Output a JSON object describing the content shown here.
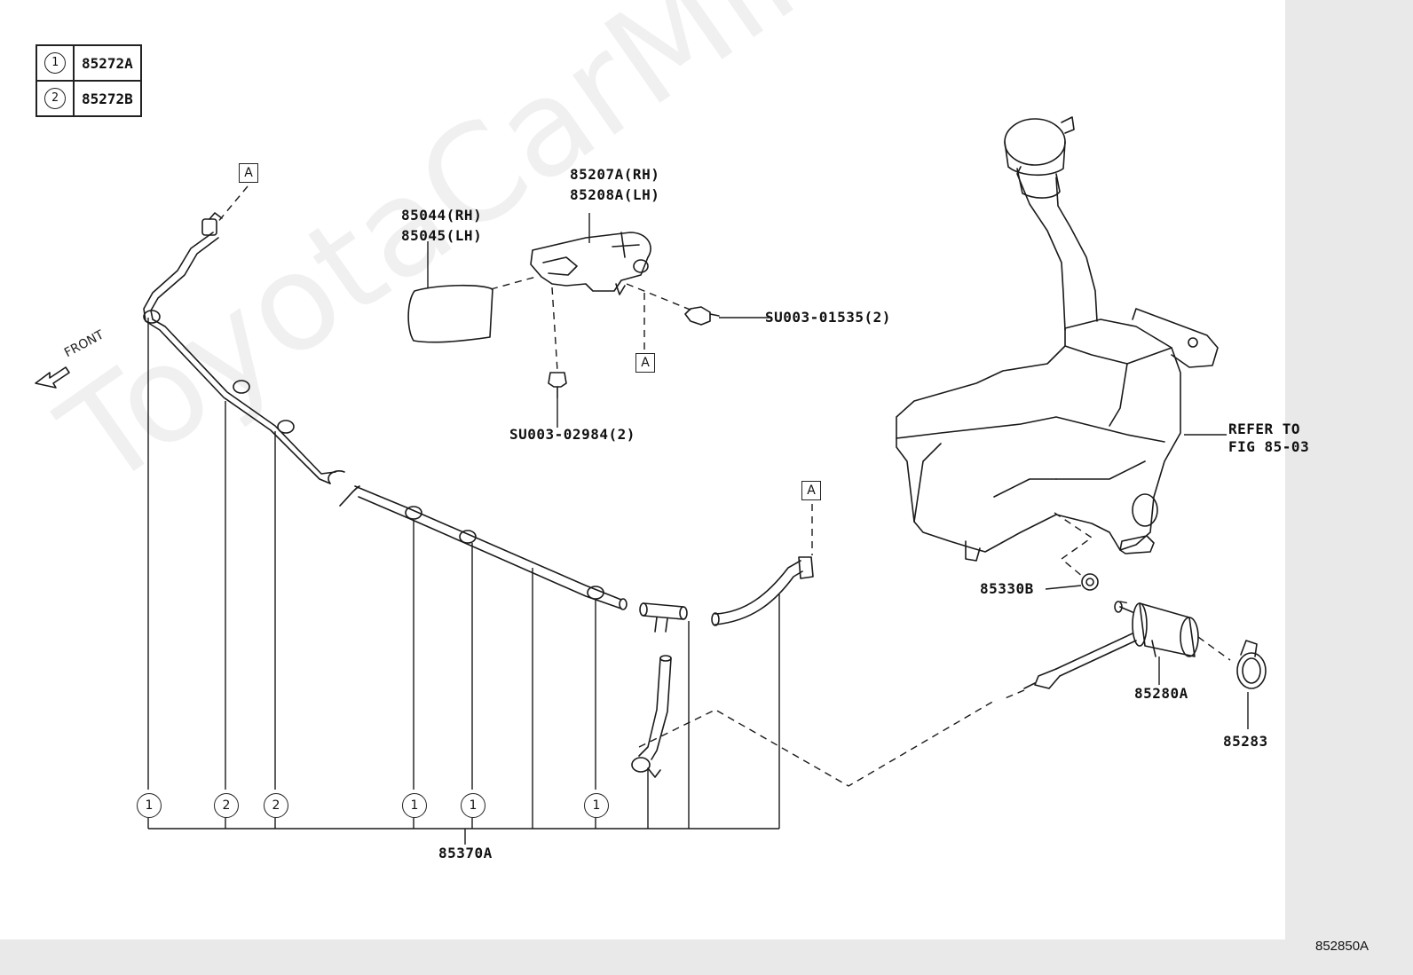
{
  "legend": {
    "rows": [
      {
        "num": "1",
        "part": "85272A"
      },
      {
        "num": "2",
        "part": "85272B"
      }
    ]
  },
  "labels": {
    "nozzle_cover_1": "85044(RH)",
    "nozzle_cover_2": "85045(LH)",
    "nozzle_1": "85207A(RH)",
    "nozzle_2": "85208A(LH)",
    "bolt": "SU003-01535(2)",
    "clip": "SU003-02984(2)",
    "refer_1": "REFER TO",
    "refer_2": "FIG 85-03",
    "grommet": "85330B",
    "pump": "85280A",
    "bracket": "85283",
    "hose_assy": "85370A",
    "front": "FRONT",
    "ref_a": "A"
  },
  "nodes": [
    "1",
    "2",
    "2",
    "1",
    "1",
    "1"
  ],
  "figure_code": "852850A",
  "watermark": "ToyotaCarMiner.ru"
}
